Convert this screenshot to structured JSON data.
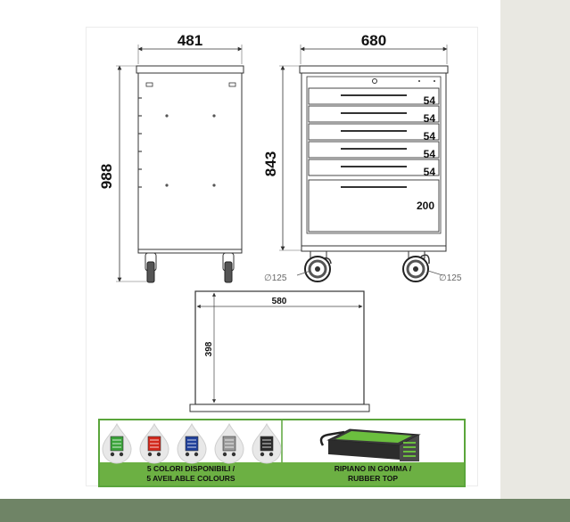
{
  "side_view": {
    "width_label": "481",
    "height_label": "988"
  },
  "front_view": {
    "width_label": "680",
    "height_label": "843",
    "drawer_labels": [
      "54",
      "54",
      "54",
      "54",
      "54",
      "200"
    ],
    "wheel_left_label": "∅125",
    "wheel_right_label": "∅125"
  },
  "top_view": {
    "width_label": "580",
    "depth_label": "398"
  },
  "banner": {
    "colors_line1": "5 COLORI DISPONIBILI /",
    "colors_line2": "5 AVEILABLE COLOURS",
    "top_line1": "RIPIANO IN GOMMA /",
    "top_line2": "RUBBER TOP",
    "accent_color": "#5aa53b",
    "swatches": [
      {
        "name": "green",
        "color": "#3aa33a"
      },
      {
        "name": "red",
        "color": "#d3281c"
      },
      {
        "name": "blue",
        "color": "#1f3f9a"
      },
      {
        "name": "grey",
        "color": "#9a9a9a"
      },
      {
        "name": "black",
        "color": "#2a2a2a"
      }
    ]
  }
}
